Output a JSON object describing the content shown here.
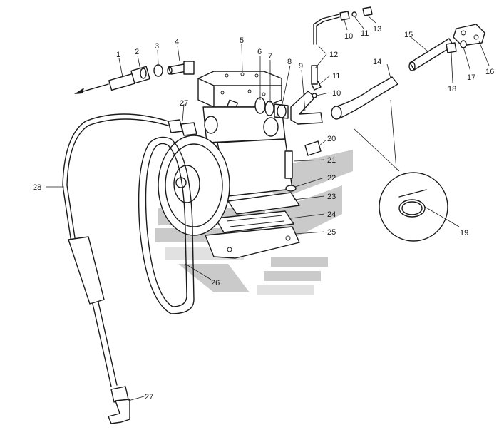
{
  "colors": {
    "line": "#1a1a1a",
    "watermark": "#9e9e9e",
    "background": "#ffffff"
  },
  "labels": {
    "p1": "1",
    "p2": "2",
    "p3": "3",
    "p4": "4",
    "p5": "5",
    "p6": "6",
    "p7": "7",
    "p8": "8",
    "p9": "9",
    "p10a": "10",
    "p10b": "10",
    "p11a": "11",
    "p11b": "11",
    "p12": "12",
    "p13": "13",
    "p14": "14",
    "p15": "15",
    "p16": "16",
    "p17": "17",
    "p18": "18",
    "p19": "19",
    "p20": "20",
    "p21": "21",
    "p22": "22",
    "p23": "23",
    "p24": "24",
    "p25": "25",
    "p26": "26",
    "p27a": "27",
    "p27b": "27",
    "p28": "28"
  }
}
